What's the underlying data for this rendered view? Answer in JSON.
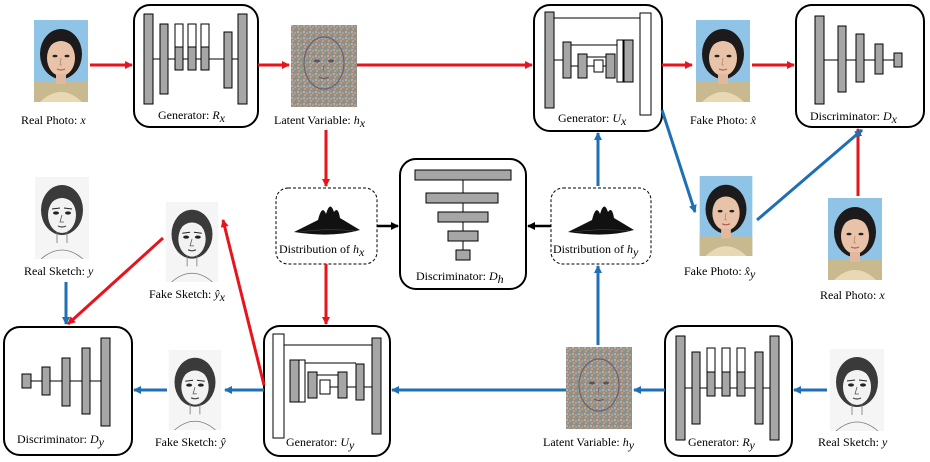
{
  "colors": {
    "red_arrow": "#e8141c",
    "blue_arrow": "#1f6fb4",
    "black_arrow": "#000000",
    "layer_fill": "#a6a6a6"
  },
  "labels": {
    "real_photo_top": {
      "text": "Real Photo: ",
      "var": "x"
    },
    "generator_rx": {
      "text": "Generator: ",
      "var": "R",
      "sub": "x"
    },
    "latent_hx": {
      "text": "Latent Variable: ",
      "var": "h",
      "sub": "x"
    },
    "generator_ux": {
      "text": "Generator: ",
      "var": "U",
      "sub": "x"
    },
    "fake_photo_xhat": {
      "text": "Fake Photo: ",
      "var": "x̂"
    },
    "discriminator_dx": {
      "text": "Discriminator: ",
      "var": "D",
      "sub": "x"
    },
    "real_sketch_left": {
      "text": "Real Sketch: ",
      "var": "y"
    },
    "fake_sketch_yhatx": {
      "text": "Fake Sketch: ",
      "var": "ŷ",
      "sub": "x"
    },
    "dist_hx": {
      "text": "Distribution of ",
      "var": "h",
      "sub": "x"
    },
    "discriminator_dh": {
      "text": "Discriminator: ",
      "var": "D",
      "sub": "h"
    },
    "dist_hy": {
      "text": "Distribution of ",
      "var": "h",
      "sub": "y"
    },
    "fake_photo_xhaty": {
      "text": "Fake Photo: ",
      "var": "x̂",
      "sub": "y"
    },
    "real_photo_right": {
      "text": "Real Photo: ",
      "var": "x"
    },
    "discriminator_dy": {
      "text": "Discriminator: ",
      "var": "D",
      "sub": "y"
    },
    "fake_sketch_yhat": {
      "text": "Fake Sketch: ",
      "var": "ŷ"
    },
    "generator_uy": {
      "text": "Generator: ",
      "var": "U",
      "sub": "y"
    },
    "latent_hy": {
      "text": "Latent Variable: ",
      "var": "h",
      "sub": "y"
    },
    "generator_ry": {
      "text": "Generator: ",
      "var": "R",
      "sub": "y"
    },
    "real_sketch_right": {
      "text": "Real Sketch: ",
      "var": "y"
    }
  },
  "icons": {
    "photo": "face-photo-icon",
    "sketch": "face-sketch-icon",
    "latent": "noise-latent-icon",
    "distribution": "3d-distribution-icon"
  }
}
